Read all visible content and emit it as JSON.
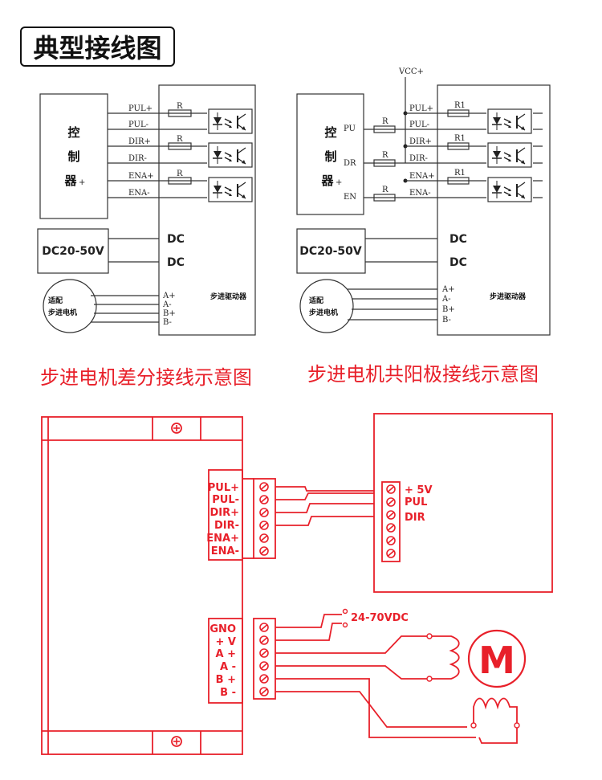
{
  "title": "典型接线图",
  "diagram_left": {
    "caption": "步进电机差分接线示意图",
    "controller_chars": [
      "控",
      "制",
      "器"
    ],
    "controller_suffix": "+",
    "signals": [
      "PUL+",
      "PUL-",
      "DIR+",
      "DIR-",
      "ENA+",
      "ENA-"
    ],
    "resistor": "R",
    "power_supply": "DC20-50V",
    "dc_terminals": [
      "DC",
      "DC"
    ],
    "motor_line1": "适配",
    "motor_line2": "步进电机",
    "motor_terminals": [
      "A+",
      "A-",
      "B+",
      "B-"
    ],
    "driver_label": "步进驱动器"
  },
  "diagram_right": {
    "caption": "步进电机共阳极接线示意图",
    "vcc": "VCC+",
    "controller_chars": [
      "控",
      "制",
      "器"
    ],
    "controller_suffix": "+",
    "controller_pins": [
      "PU",
      "DR",
      "EN"
    ],
    "resistor": "R",
    "resistor_inner": [
      "R1",
      "R1",
      "R1"
    ],
    "signals": [
      "PUL+",
      "PUL-",
      "DIR+",
      "DIR-",
      "ENA+",
      "ENA-"
    ],
    "power_supply": "DC20-50V",
    "dc_terminals": [
      "DC",
      "DC"
    ],
    "motor_line1": "适配",
    "motor_line2": "步进电机",
    "motor_terminals": [
      "A+",
      "A-",
      "B+",
      "B-"
    ],
    "driver_label": "步进驱动器"
  },
  "bottom": {
    "signal_terminals": [
      "PUL+",
      "PUL-",
      "DIR+",
      "DIR-",
      "ENA+",
      "ENA-"
    ],
    "power_terminals": [
      "GNO",
      "+ V",
      "A +",
      "A -",
      "B +",
      "B -"
    ],
    "controller_terminals": [
      "+ 5V",
      "PUL",
      "DIR"
    ],
    "supply_label": "24-70VDC",
    "motor_letter": "M",
    "accent_color": "#e8202a"
  }
}
